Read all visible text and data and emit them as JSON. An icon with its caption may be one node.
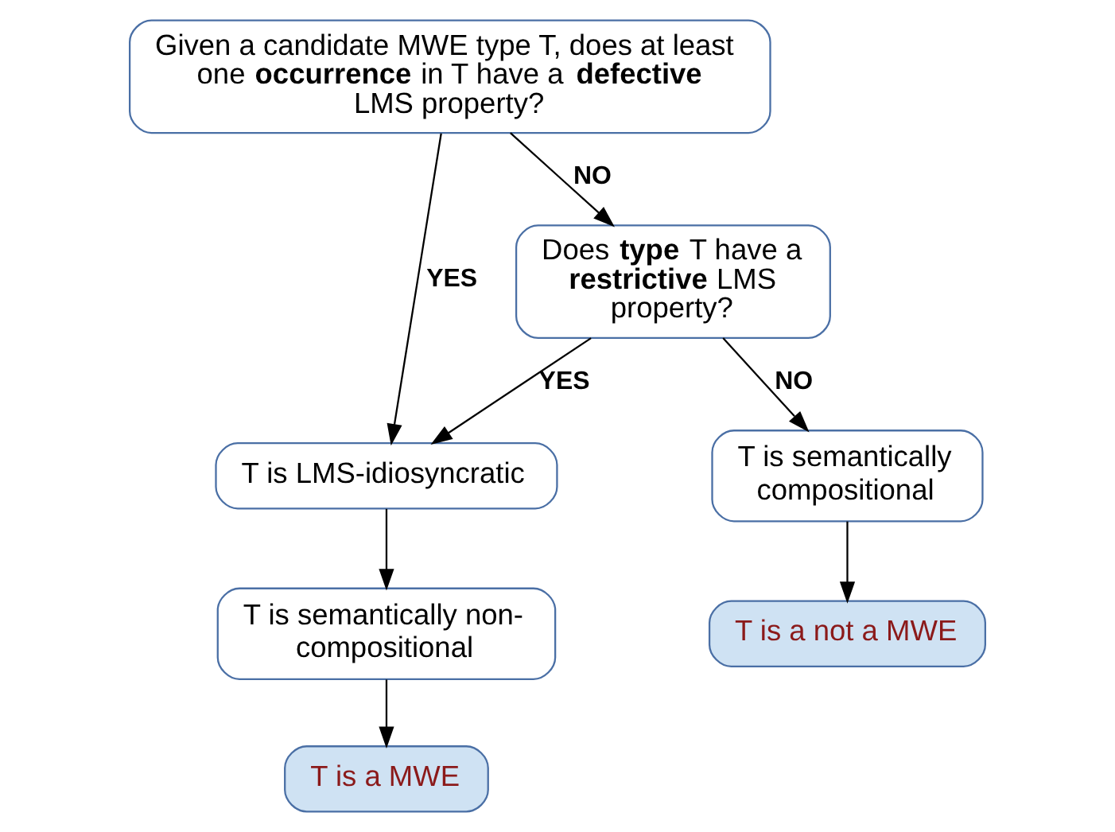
{
  "diagram": {
    "nodes": [
      {
        "text": [
          "Given a candidate MWE type T, does at least one **occurrence** in T have a **defective** LMS property?"
        ]
      },
      {
        "text": [
          "Does **type** T have a **restrictive** LMS property?"
        ]
      },
      {
        "text": [
          "T is LMS-idiosyncratic"
        ]
      },
      {
        "text": [
          "T is semantically non-compositional"
        ]
      },
      {
        "text": [
          "T is semantically compositional"
        ]
      },
      {
        "text": [
          "T is a MWE"
        ]
      },
      {
        "text": [
          "T is a not a MWE"
        ]
      }
    ],
    "edges": [
      {
        "from": 0,
        "to": 2,
        "arrow": "to",
        "label": "YES"
      },
      {
        "from": 0,
        "to": 1,
        "arrow": "to",
        "label": "NO"
      },
      {
        "from": 1,
        "to": 2,
        "arrow": "to",
        "label": "YES"
      },
      {
        "from": 1,
        "to": 4,
        "arrow": "to",
        "label": "NO"
      },
      {
        "from": 2,
        "to": 3,
        "arrow": "to"
      },
      {
        "from": 3,
        "to": 5,
        "arrow": "to"
      },
      {
        "from": 4,
        "to": 6,
        "arrow": "to"
      }
    ]
  }
}
